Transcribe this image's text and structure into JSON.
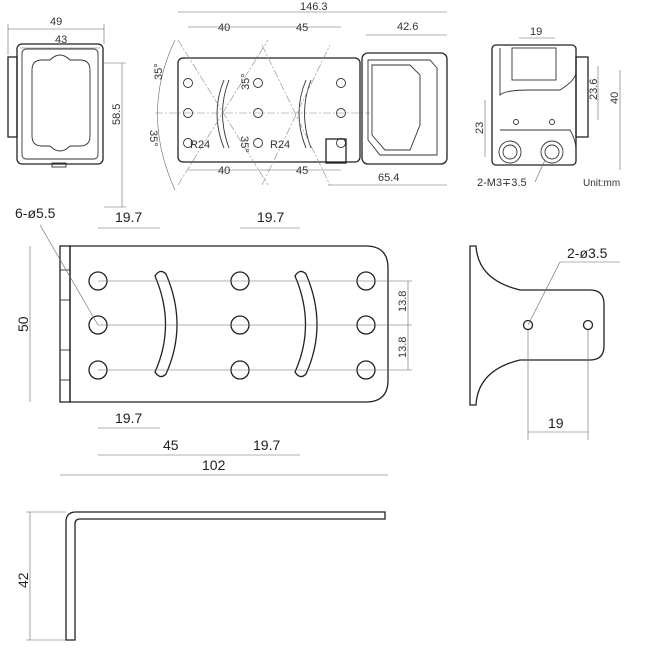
{
  "top_views": {
    "front": {
      "width_outer": "49",
      "width_inner": "43",
      "height": "58.5"
    },
    "side": {
      "total_length": "146.3",
      "hole_pitch_1": "40",
      "hole_pitch_2": "45",
      "sensor_length": "42.6",
      "angle_1": "35°",
      "angle_2": "35°",
      "angle_3": "35°",
      "angle_4": "35°",
      "radius_1": "R24",
      "radius_2": "R24",
      "bottom_pitch_1": "40",
      "bottom_pitch_2": "45",
      "bottom_length": "65.4"
    },
    "rear": {
      "width": "19",
      "height_holes": "23",
      "height_top": "23.6",
      "height": "40",
      "thread_note": "2-M3∓3.5",
      "unit": "Unit:mm"
    }
  },
  "bracket_plan": {
    "hole_note": "6-ø5.5",
    "top_dim_1": "19.7",
    "top_dim_2": "19.7",
    "height": "50",
    "pitch_upper": "13.8",
    "pitch_lower": "13.8",
    "bottom_dim_1": "19.7",
    "bottom_dim_2": "45",
    "bottom_dim_3": "19.7",
    "length": "102"
  },
  "bracket_side": {
    "hole_note": "2-ø3.5",
    "hole_spacing": "19"
  },
  "bracket_profile": {
    "height": "42"
  }
}
